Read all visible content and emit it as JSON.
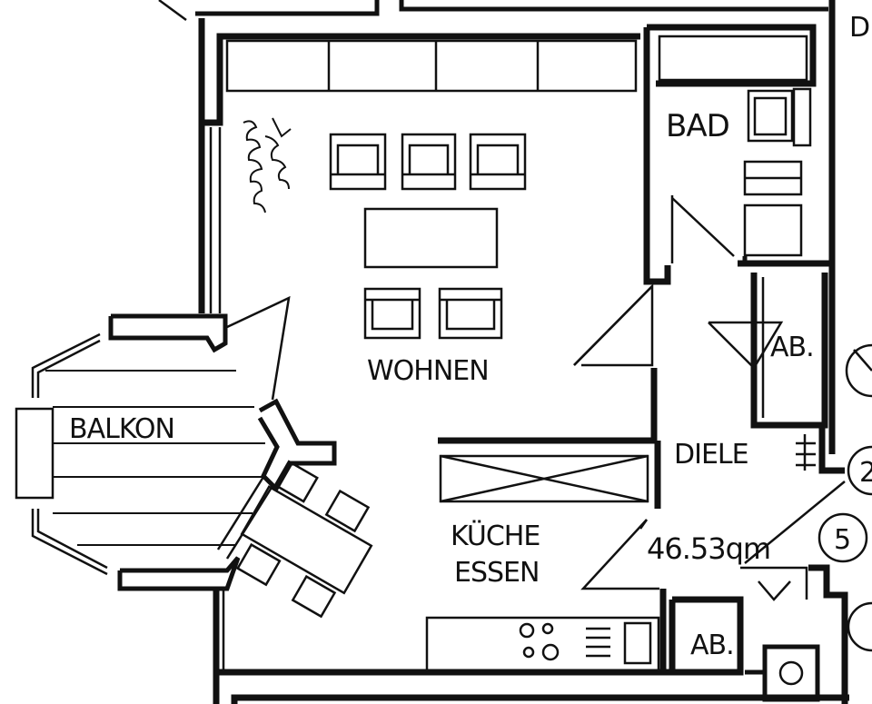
{
  "plan": {
    "rooms": {
      "bad": "BAD",
      "wohnen": "WOHNEN",
      "balkon": "BALKON",
      "diele": "DIELE",
      "kueche_line1": "KÜCHE",
      "kueche_line2": "ESSEN",
      "ab_top": "AB.",
      "ab_bottom": "AB.",
      "corner_fragment": "DI"
    },
    "area": "46.53qm",
    "markers": [
      "5",
      "2"
    ],
    "colors": {
      "ink": "#111111",
      "paper": "#ffffff"
    }
  }
}
